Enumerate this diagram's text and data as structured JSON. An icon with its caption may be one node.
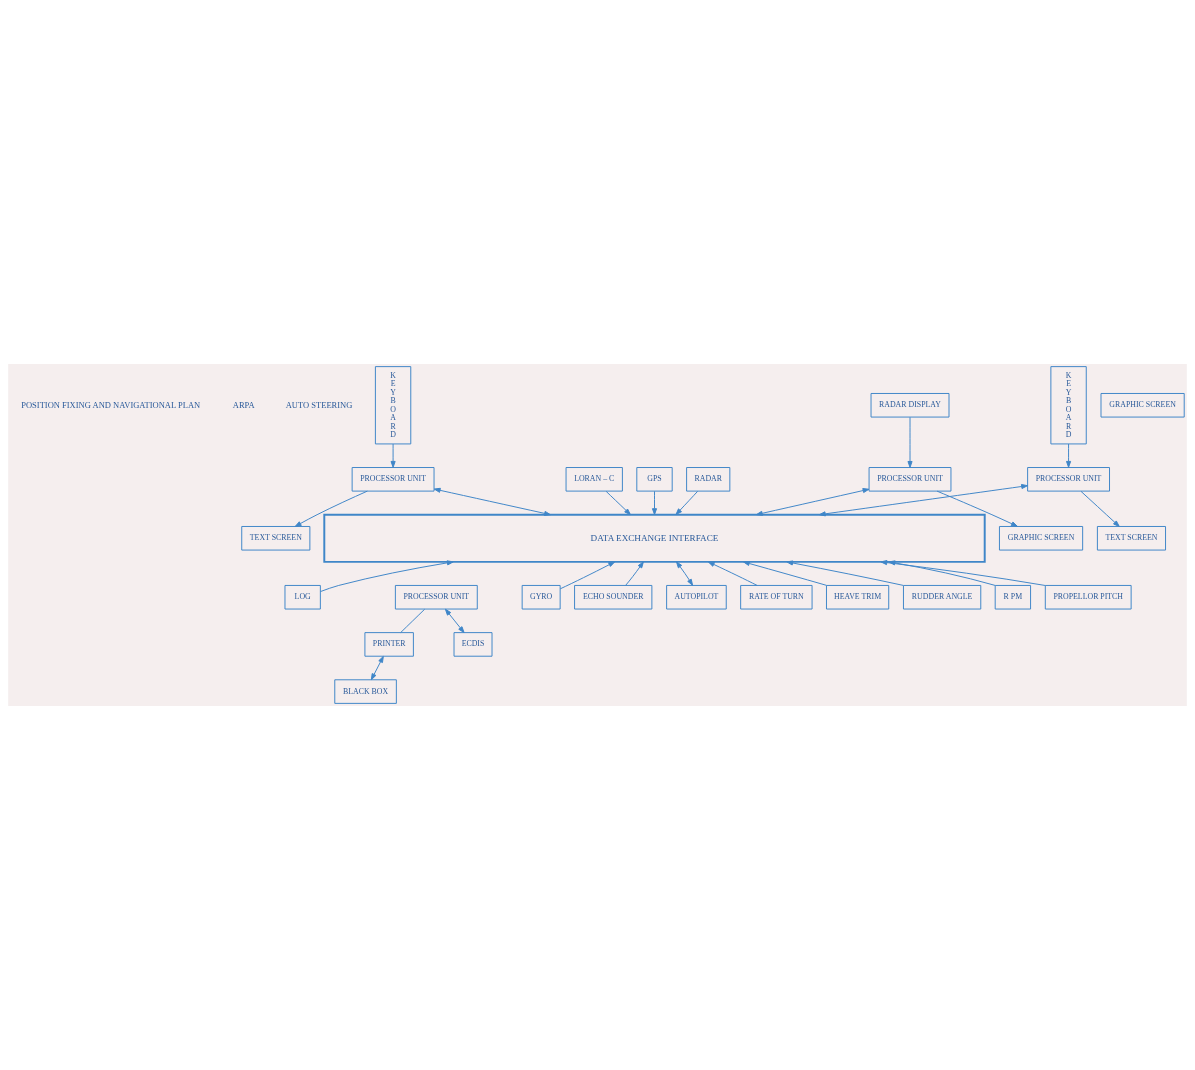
{
  "diagram": {
    "nodes": [
      {
        "text": [
          "TEXT SCREEN"
        ]
      },
      {
        "text": [
          "GRAPHIC SCREEN"
        ]
      },
      {
        "text": [
          "LORAN – C"
        ]
      },
      {
        "text": [
          "K E Y B O A R D"
        ]
      },
      {
        "text": [
          "GPS"
        ]
      },
      {
        "text": [
          "PROCESSOR UNIT"
        ]
      },
      {
        "text": [
          "RADAR"
        ]
      },
      {
        "text": [
          "GRAPHIC SCREEN"
        ]
      },
      {
        "text": [
          "PROCESSOR UNIT"
        ]
      },
      {
        "text": [
          "RADAR DISPLAY"
        ]
      },
      {
        "text": [
          "K E Y B O A R D"
        ]
      },
      {
        "text": [
          "TEXT SCREEN"
        ]
      },
      {
        "text": [
          "PROCESSOR UNIT"
        ]
      },
      {
        "text": [
          "DATA EXCHANGE INTERFACE"
        ]
      },
      {
        "text": [
          "LOG"
        ]
      },
      {
        "text": [
          "PRINTER"
        ]
      },
      {
        "text": [
          "PROCESSOR UNIT"
        ]
      },
      {
        "text": [
          "GYRO"
        ]
      },
      {
        "text": [
          "BLACK BOX"
        ]
      },
      {
        "text": [
          "ECHO SOUNDER"
        ]
      },
      {
        "text": [
          "ECDIS"
        ]
      },
      {
        "text": [
          "AUTOPILOT"
        ]
      },
      {
        "text": [
          "RATE OF TURN"
        ]
      },
      {
        "text": [
          "HEAVE TRIM"
        ]
      },
      {
        "text": [
          "RUDDER ANGLE"
        ]
      },
      {
        "text": [
          "R PM"
        ]
      },
      {
        "text": [
          "PROPELLOR PITCH"
        ]
      }
    ],
    "edges": [
      {
        "from": 2,
        "to": 13,
        "arrow": "to"
      },
      {
        "from": 4,
        "to": 13,
        "arrow": "to"
      },
      {
        "from": 6,
        "to": 13,
        "arrow": "to"
      },
      {
        "from": 3,
        "to": 5,
        "arrow": "to"
      },
      {
        "from": 5,
        "to": 0,
        "arrow": "to"
      },
      {
        "from": 5,
        "to": 13,
        "arrow": "both"
      },
      {
        "from": 8,
        "to": 7,
        "arrow": "to"
      },
      {
        "from": 9,
        "to": 8,
        "arrow": "to"
      },
      {
        "from": 8,
        "to": 13,
        "arrow": "both"
      },
      {
        "from": 10,
        "to": 12,
        "arrow": "to"
      },
      {
        "from": 12,
        "to": 11,
        "arrow": "to"
      },
      {
        "from": 12,
        "to": 13,
        "arrow": "both"
      },
      {
        "from": 14,
        "to": 13,
        "arrow": "to"
      },
      {
        "from": 17,
        "to": 13,
        "arrow": "to"
      },
      {
        "from": 19,
        "to": 13,
        "arrow": "to"
      },
      {
        "from": 15,
        "to": 18,
        "arrow": "both"
      },
      {
        "from": 16,
        "to": 15,
        "arrow": "none"
      },
      {
        "from": 16,
        "to": 20,
        "arrow": "both"
      },
      {
        "from": 13,
        "to": 21,
        "arrow": "both"
      },
      {
        "from": 22,
        "to": 13,
        "arrow": "to"
      },
      {
        "from": 23,
        "to": 13,
        "arrow": "to"
      },
      {
        "from": 24,
        "to": 13,
        "arrow": "to"
      },
      {
        "from": 25,
        "to": 13,
        "arrow": "to"
      },
      {
        "from": 26,
        "to": 13,
        "arrow": "to"
      }
    ],
    "labels": [
      "POSITION FIXING AND NAVIGATIONAL PLAN",
      "ARPA",
      "AUTO STEERING"
    ]
  }
}
